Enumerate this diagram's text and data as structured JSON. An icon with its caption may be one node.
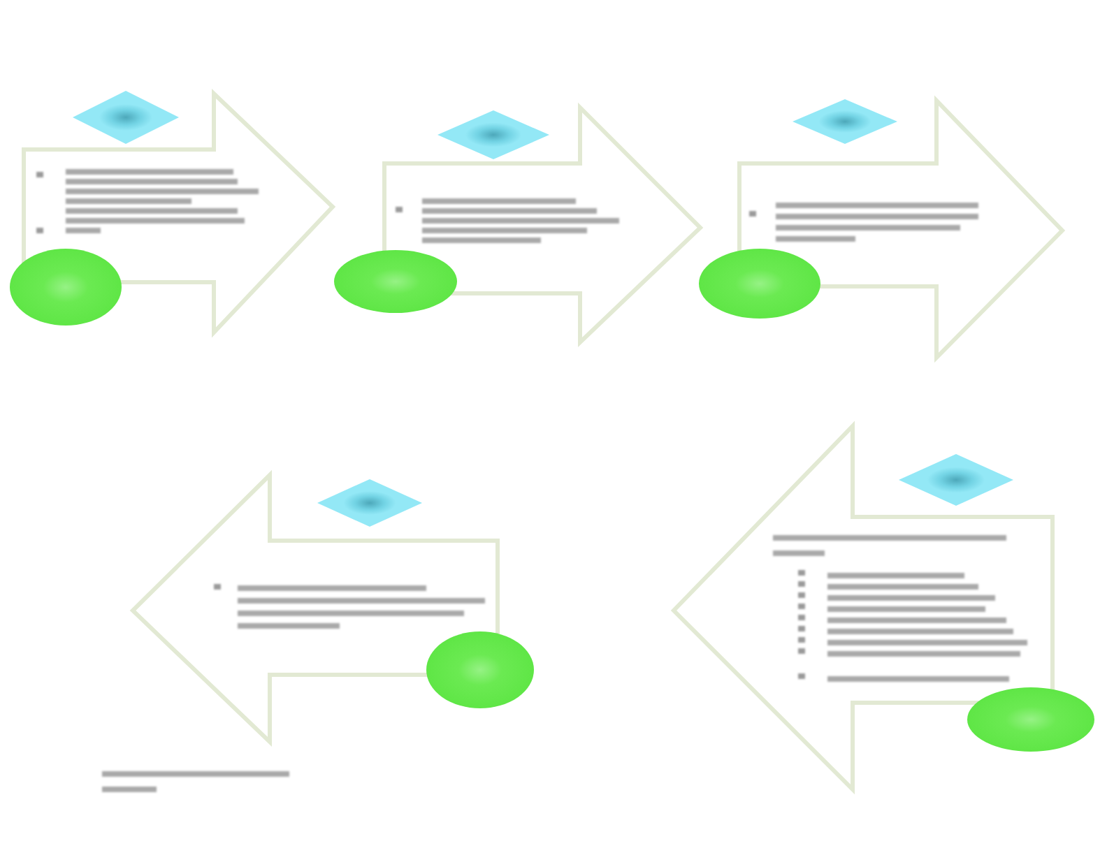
{
  "diagram": {
    "nodes": [
      {
        "text": [],
        "shape": "diamond"
      },
      {
        "text": [],
        "shape": "arrow"
      },
      {
        "text": [],
        "shape": "ellipse"
      },
      {
        "text": [],
        "shape": "diamond"
      },
      {
        "text": [],
        "shape": "arrow"
      },
      {
        "text": [],
        "shape": "ellipse"
      },
      {
        "text": [],
        "shape": "diamond"
      },
      {
        "text": [],
        "shape": "arrow"
      },
      {
        "text": [],
        "shape": "ellipse"
      },
      {
        "text": [],
        "shape": "diamond"
      },
      {
        "text": [],
        "shape": "arrow"
      },
      {
        "text": [],
        "shape": "ellipse"
      },
      {
        "text": [],
        "shape": "diamond"
      },
      {
        "text": [],
        "shape": "arrow"
      },
      {
        "text": [],
        "shape": "ellipse"
      }
    ]
  }
}
